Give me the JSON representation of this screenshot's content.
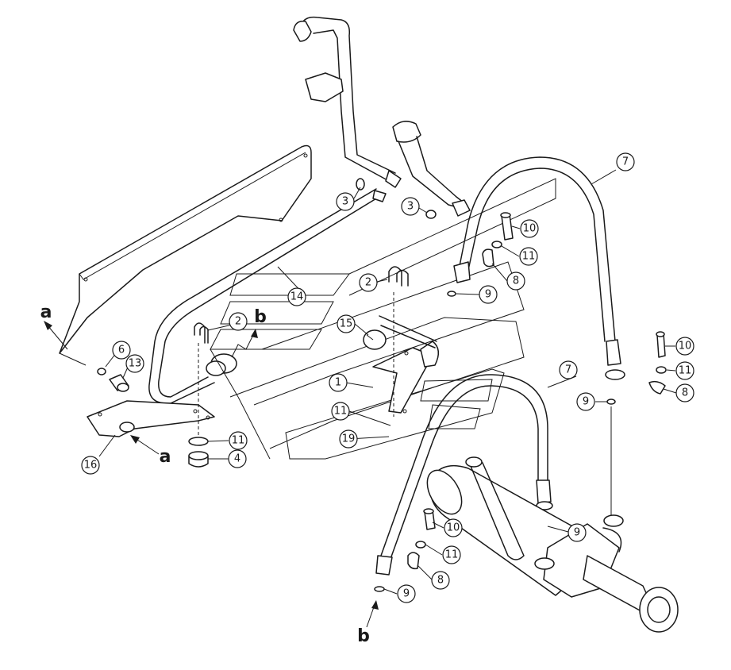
{
  "callouts": {
    "c1": "1",
    "c2a": "2",
    "c2b": "2",
    "c3a": "3",
    "c3b": "3",
    "c4": "4",
    "c6": "6",
    "c7a": "7",
    "c7b": "7",
    "c8a": "8",
    "c8b": "8",
    "c8c": "8",
    "c9a": "9",
    "c9b": "9",
    "c9c": "9",
    "c9d": "9",
    "c10a": "10",
    "c10b": "10",
    "c10c": "10",
    "c11a": "11",
    "c11b": "11",
    "c11c": "11",
    "c11d": "11",
    "c11e": "11",
    "c13": "13",
    "c14": "14",
    "c15": "15",
    "c16": "16",
    "c19": "19"
  },
  "view_markers": {
    "a_top": "a",
    "a_bottom": "a",
    "b_top": "b",
    "b_bottom": "b"
  }
}
